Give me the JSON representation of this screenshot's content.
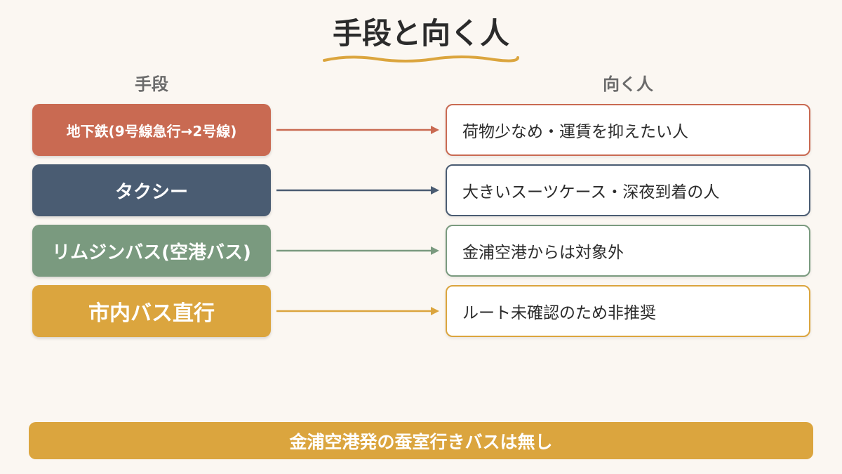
{
  "title": "手段と向く人",
  "column_headers": {
    "method": "手段",
    "suitable": "向く人"
  },
  "rows": [
    {
      "method": "地下鉄(9号線急行→2号線)",
      "suitable": "荷物少なめ・運賃を抑えたい人",
      "color": "#c96a52"
    },
    {
      "method": "タクシー",
      "suitable": "大きいスーツケース・深夜到着の人",
      "color": "#4a5c72"
    },
    {
      "method": "リムジンバス(空港バス)",
      "suitable": "金浦空港からは対象外",
      "color": "#7a9a7f"
    },
    {
      "method": "市内バス直行",
      "suitable": "ルート未確認のため非推奨",
      "color": "#dba53e"
    }
  ],
  "banner": "金浦空港発の蚕室行きバスは無し",
  "accent_color": "#dba53e"
}
